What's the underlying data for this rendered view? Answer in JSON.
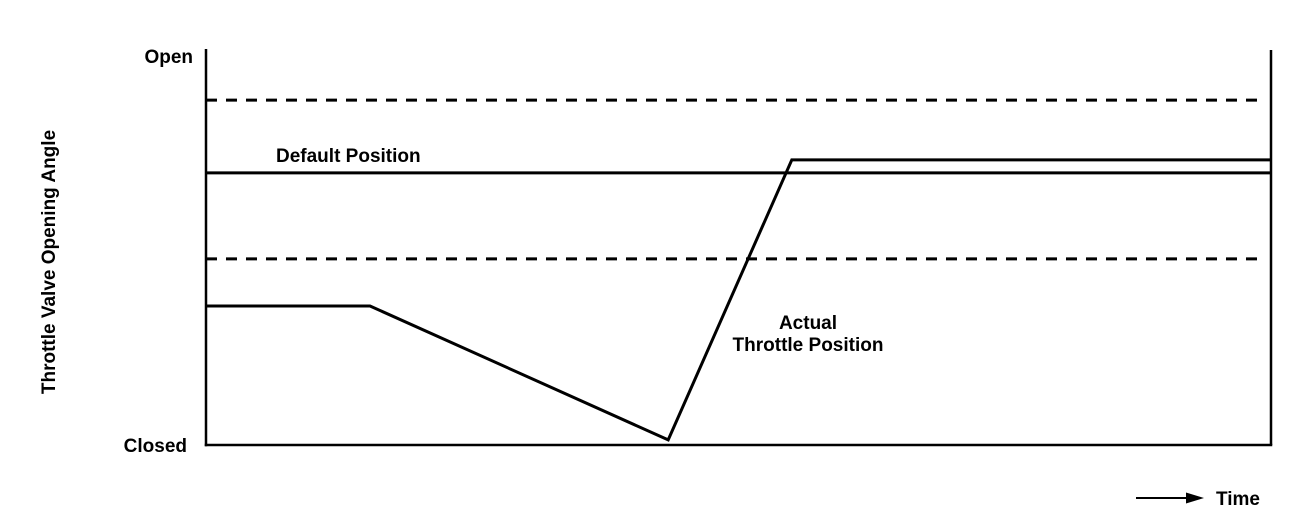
{
  "page": {
    "background": "#ffffff",
    "ink": "#000000"
  },
  "figure": {
    "y_axis_title": "Throttle Valve Opening Angle",
    "y_top_label": "Open",
    "y_bottom_label": "Closed",
    "x_axis_label": "Time"
  },
  "annotations": {
    "default_position_label": "Default Position",
    "actual_label_line1": "Actual",
    "actual_label_line2": "Throttle Position"
  },
  "chart_data": {
    "type": "line",
    "title": "",
    "xlabel": "Time",
    "ylabel": "Throttle Valve Opening Angle",
    "y_tick_labels": [
      "Closed",
      "Open"
    ],
    "xlim": [
      0,
      100
    ],
    "ylim": [
      0,
      100
    ],
    "grid": false,
    "legend_position": "none (inline annotations)",
    "axis_notes": "qualitative axes: y from Closed (0) to Open (100); x is unscaled time with arrow",
    "series": [
      {
        "name": "Actual Throttle Position",
        "style": "solid",
        "x": [
          0,
          15.4,
          43.4,
          55.0,
          100
        ],
        "y": [
          35.1,
          35.1,
          1.3,
          72.0,
          72.0
        ]
      },
      {
        "name": "Default Position",
        "style": "solid",
        "x": [
          0,
          100
        ],
        "y": [
          68.7,
          68.7
        ]
      },
      {
        "name": "upper dashed limit",
        "style": "dashed",
        "x": [
          0,
          99.5
        ],
        "y": [
          87.1,
          87.1
        ]
      },
      {
        "name": "lower dashed limit",
        "style": "dashed",
        "x": [
          0,
          99.5
        ],
        "y": [
          47.0,
          47.0
        ]
      }
    ],
    "colors": {
      "line": "#000000",
      "background": "#ffffff"
    }
  }
}
